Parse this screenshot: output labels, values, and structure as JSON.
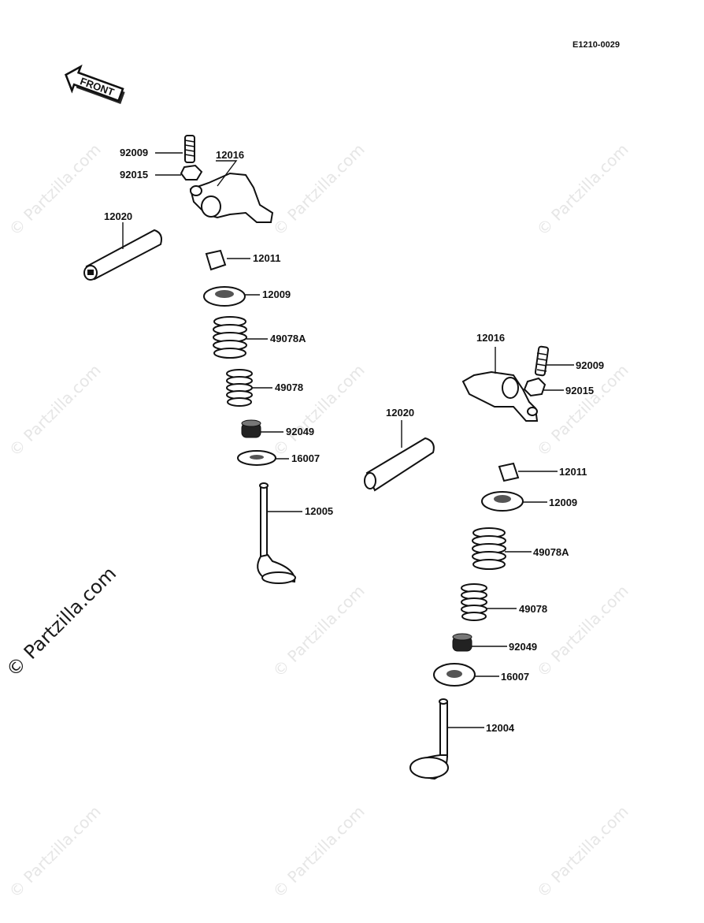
{
  "diagram_code": "E1210-0029",
  "front_label": "FRONT",
  "watermark": "© Partzilla.com",
  "callouts": {
    "left": {
      "adjuster_screw": "92009",
      "nut": "92015",
      "rocker_arm": "12016",
      "rocker_shaft": "12020",
      "cotter": "12011",
      "retainer": "12009",
      "outer_spring": "49078A",
      "inner_spring": "49078",
      "seal": "92049",
      "seat": "16007",
      "valve": "12005"
    },
    "right": {
      "rocker_arm": "12016",
      "adjuster_screw": "92009",
      "nut": "92015",
      "rocker_shaft": "12020",
      "cotter": "12011",
      "retainer": "12009",
      "outer_spring": "49078A",
      "inner_spring": "49078",
      "seal": "92049",
      "seat": "16007",
      "valve": "12004"
    }
  }
}
